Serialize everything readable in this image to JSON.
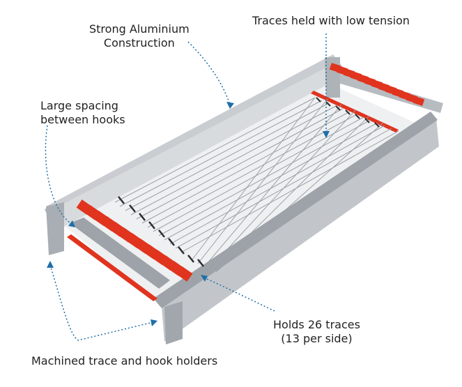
{
  "colors": {
    "background": "#ffffff",
    "text": "#222222",
    "callout": "#1f6fa8",
    "aluminium_light": "#d9dcdf",
    "aluminium_mid": "#b7bcc1",
    "aluminium_dark": "#8d939a",
    "holder_red": "#e0341f",
    "trace_wire": "#9aa0a6"
  },
  "callouts": {
    "construction": {
      "line1": "Strong Aluminium",
      "line2": "Construction"
    },
    "tension": {
      "text": "Traces held with low tension"
    },
    "spacing": {
      "line1": "Large spacing",
      "line2": "between hooks"
    },
    "capacity": {
      "line1": "Holds 26 traces",
      "line2": "(13 per side)"
    },
    "holders": {
      "text": "Machined trace and hook holders"
    }
  },
  "product": {
    "icon": "trace-rack-photo",
    "traces_per_side": 13
  }
}
